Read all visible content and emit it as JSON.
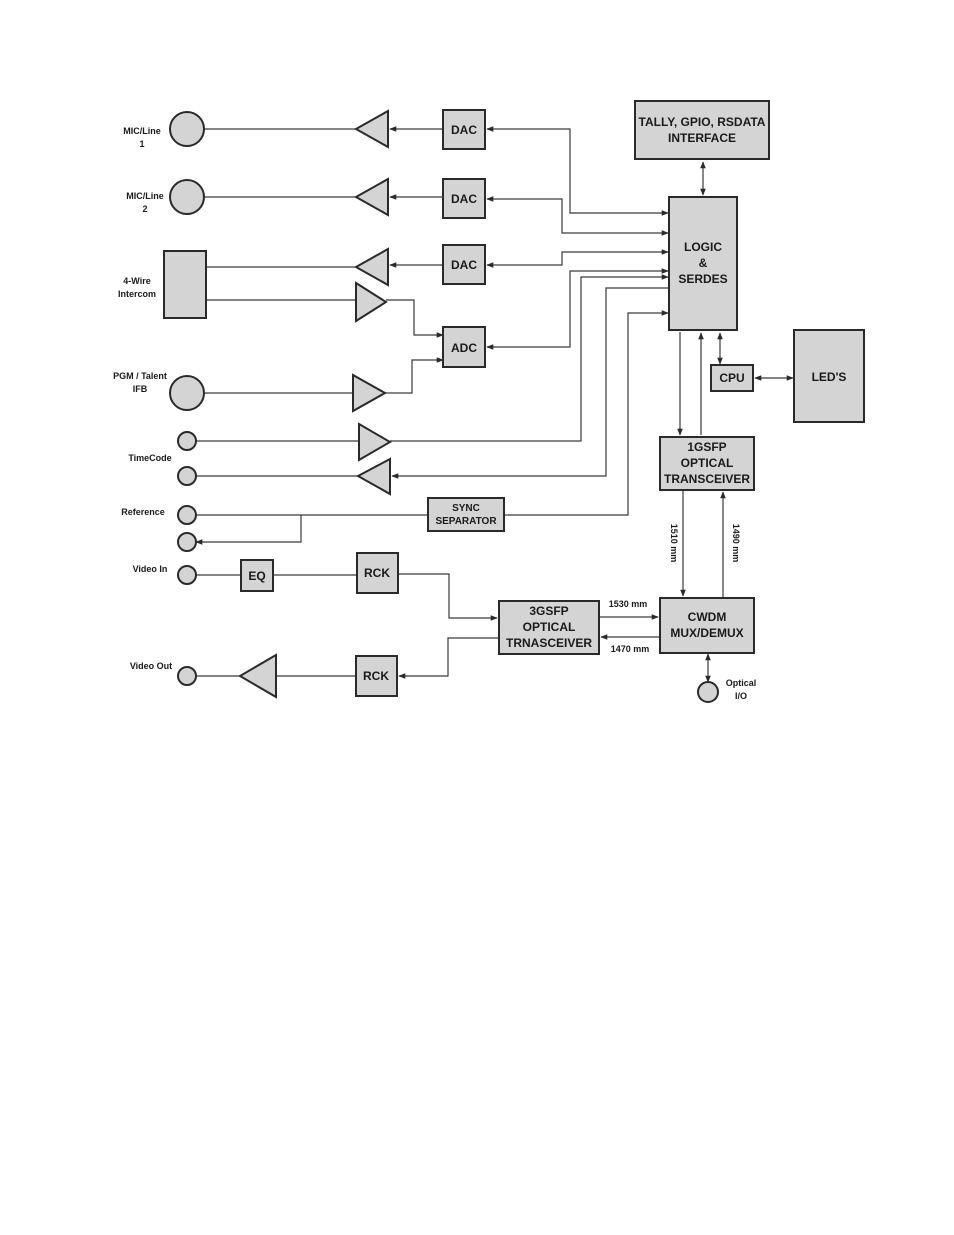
{
  "labels": {
    "mic_line_1": [
      "MIC/Line",
      "1"
    ],
    "mic_line_2": [
      "MIC/Line",
      "2"
    ],
    "four_wire": [
      "4-Wire",
      "Intercom"
    ],
    "pgm_talent": [
      "PGM / Talent",
      "IFB"
    ],
    "timecode": "TimeCode",
    "reference": "Reference",
    "video_in": "Video In",
    "video_out": "Video Out",
    "optical_io": [
      "Optical",
      "I/O"
    ]
  },
  "blocks": {
    "dac1": "DAC",
    "dac2": "DAC",
    "dac3": "DAC",
    "adc": "ADC",
    "tally": [
      "TALLY, GPIO, RSDATA",
      "INTERFACE"
    ],
    "logic": [
      "LOGIC",
      "&",
      "SERDES"
    ],
    "cpu": "CPU",
    "leds": "LED'S",
    "sfp1g": [
      "1GSFP",
      "OPTICAL",
      "TRANSCEIVER"
    ],
    "sync": [
      "SYNC",
      "SEPARATOR"
    ],
    "eq": "EQ",
    "rck_in": "RCK",
    "rck_out": "RCK",
    "sfp3g": [
      "3GSFP",
      "OPTICAL",
      "TRNASCEIVER"
    ],
    "cwdm": [
      "CWDM",
      "MUX/DEMUX"
    ]
  },
  "wavelengths": {
    "w1530": "1530 mm",
    "w1470": "1470 mm",
    "w1510": "1510 mm",
    "w1490": "1490 mm"
  }
}
